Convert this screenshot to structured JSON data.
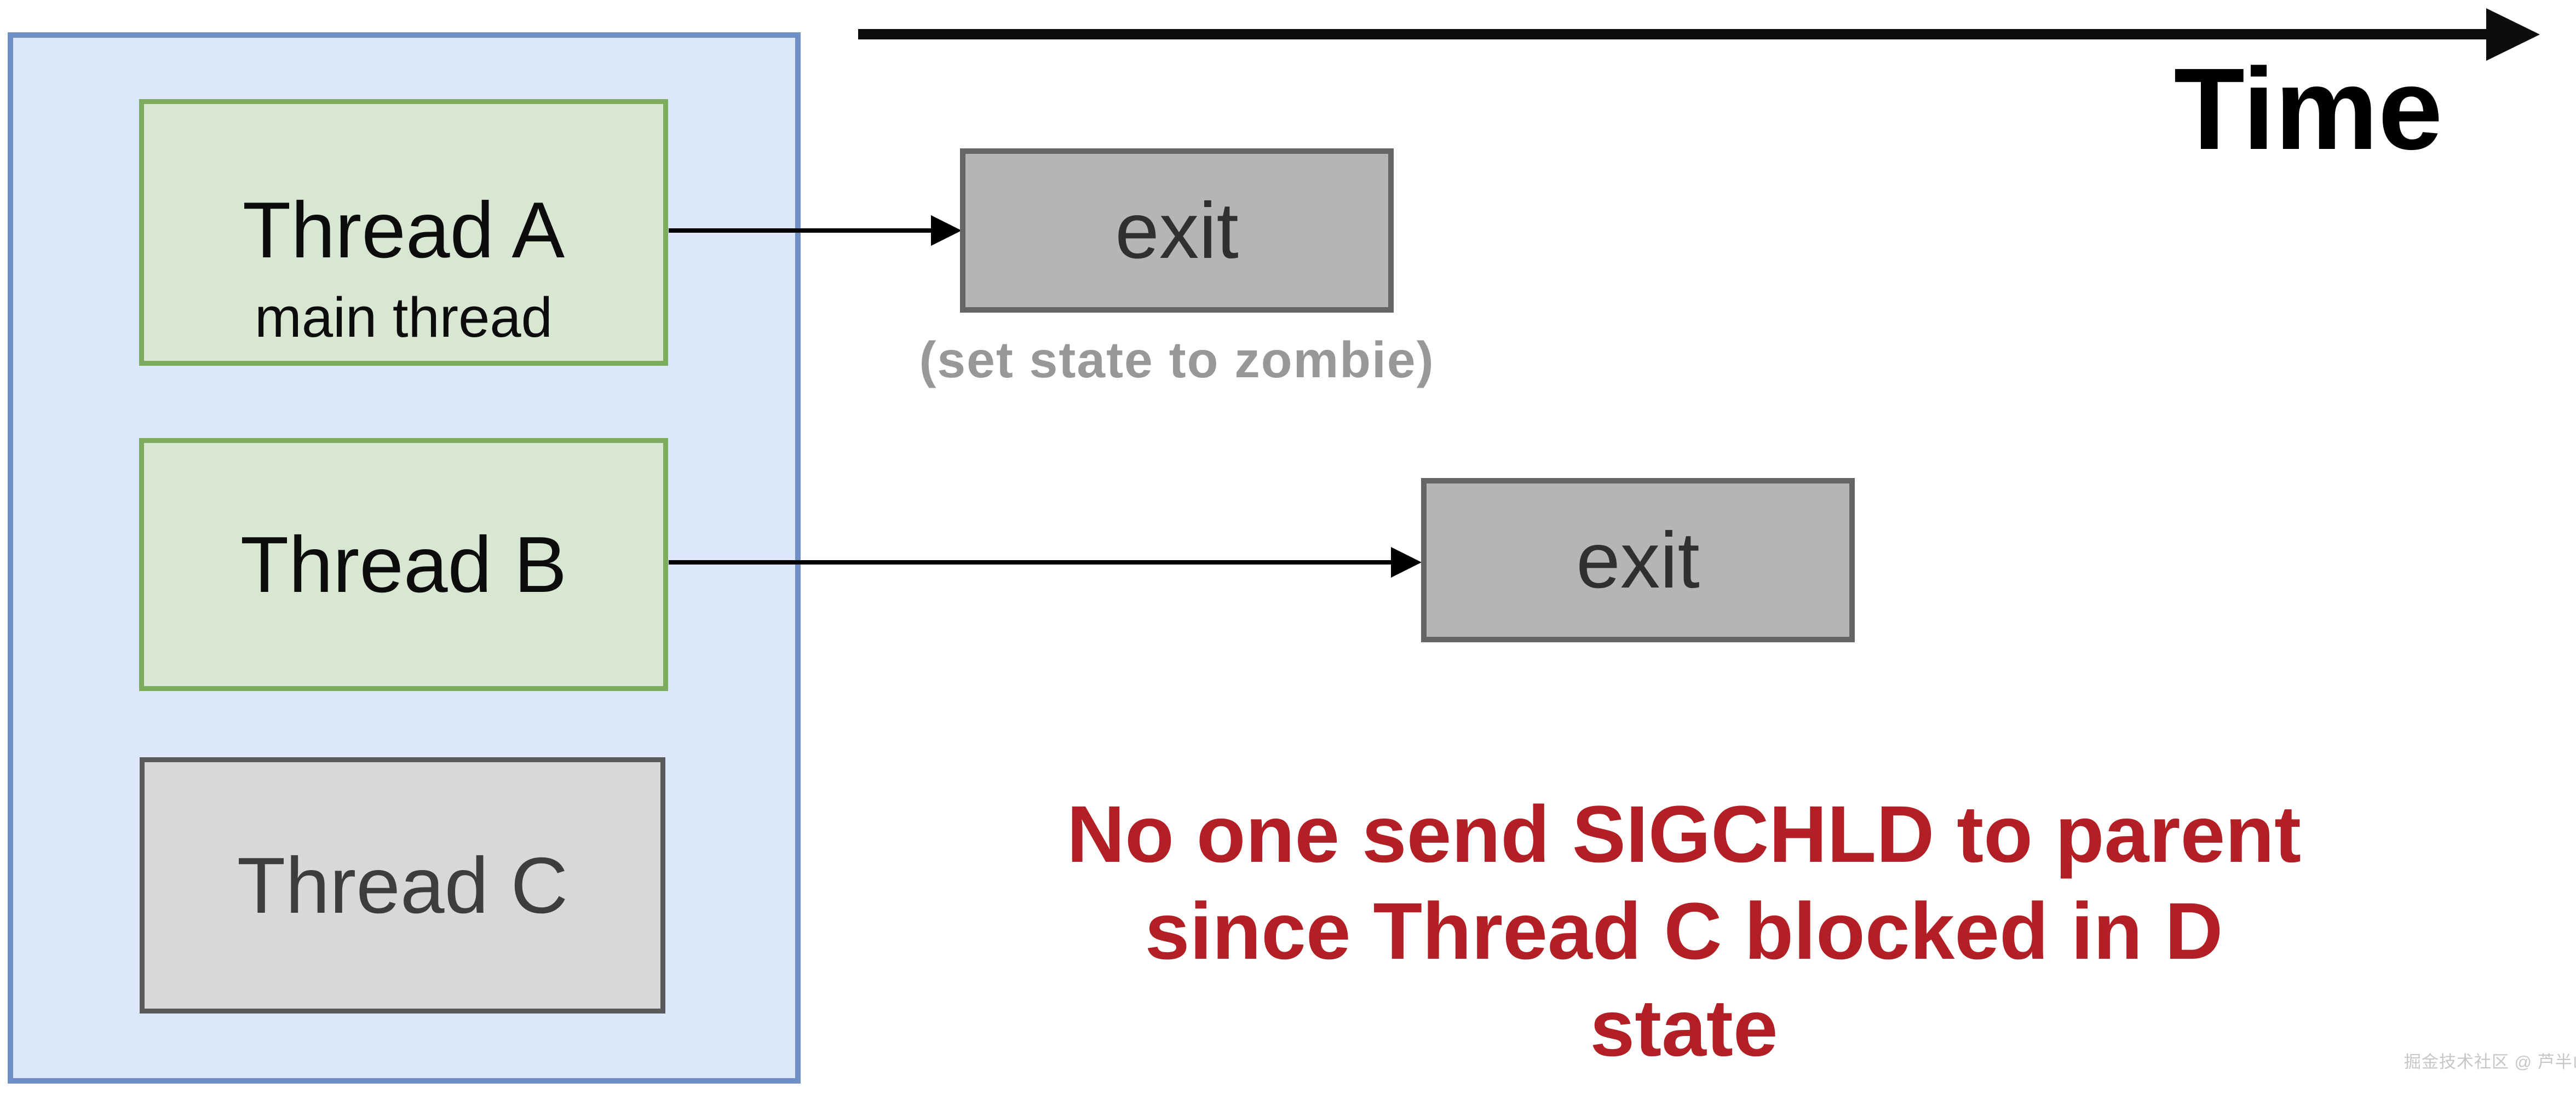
{
  "timeline": {
    "label": "Time"
  },
  "process": {
    "threads": [
      {
        "label": "Thread A",
        "sublabel": "main thread"
      },
      {
        "label": "Thread B"
      },
      {
        "label": "Thread C"
      }
    ]
  },
  "events": {
    "thread_a_exit": {
      "label": "exit"
    },
    "thread_b_exit": {
      "label": "exit"
    },
    "zombie_note": "(set state to zombie)"
  },
  "warning": {
    "line1": "No one send SIGCHLD to parent",
    "line2": "since Thread C blocked in D state"
  },
  "watermark": "掘金技术社区 @ 芦半山",
  "colors": {
    "process_fill": "#dce7fa",
    "process_border": "#6e8fc6",
    "thread_fill": "#d7e7d2",
    "thread_border": "#7dac5f",
    "blocked_fill": "#d8d8d8",
    "blocked_border": "#595959",
    "exit_fill": "#b5b5b5",
    "exit_border": "#656565",
    "arrow_black": "#000000",
    "warning_red": "#b22025",
    "note_gray": "#989898"
  }
}
